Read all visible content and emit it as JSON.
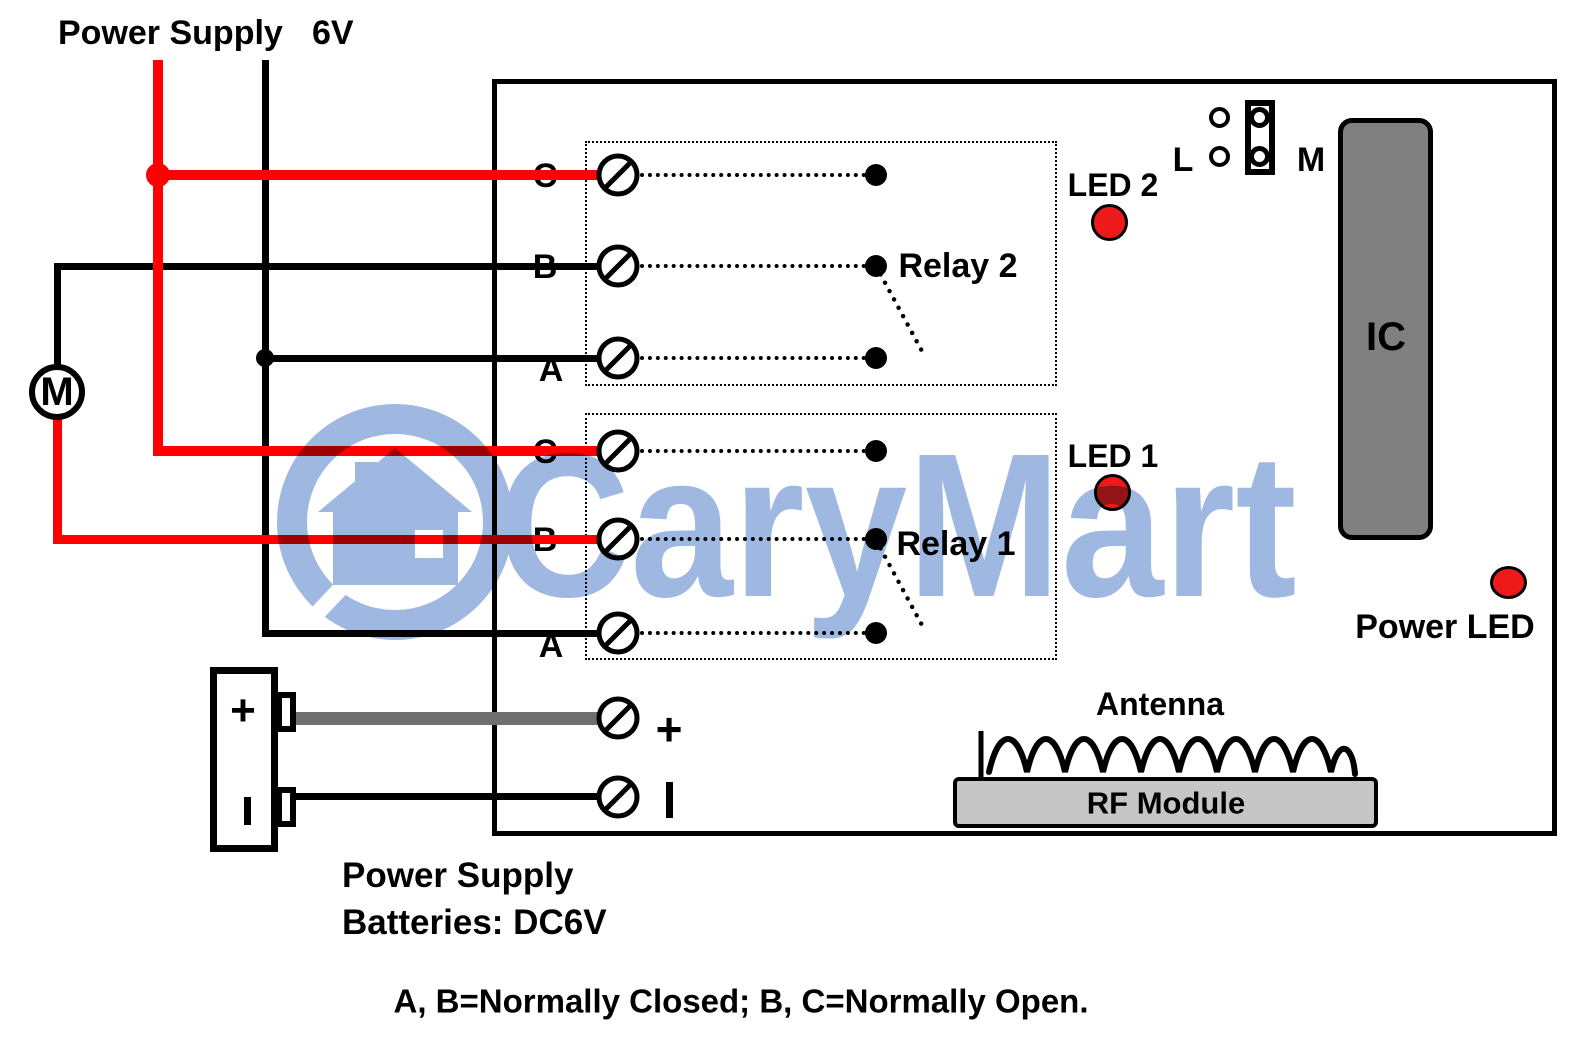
{
  "top": {
    "power_supply": "Power Supply",
    "voltage": "6V"
  },
  "motor_label": "M",
  "relay2": {
    "name": "Relay 2",
    "terminals": [
      "C",
      "B",
      "A"
    ]
  },
  "relay1": {
    "name": "Relay 1",
    "terminals": [
      "C",
      "B",
      "A"
    ]
  },
  "jumper": {
    "left_label": "L",
    "right_label": "M"
  },
  "ic_label": "IC",
  "led2_label": "LED 2",
  "led1_label": "LED 1",
  "power_led_label": "Power LED",
  "antenna_label": "Antenna",
  "rf_module_label": "RF Module",
  "terminal_plus": "+",
  "battery": {
    "plus": "+",
    "line1": "Power Supply",
    "line2": "Batteries: DC6V"
  },
  "watermark_text": "CaryMart",
  "footnote": "A, B=Normally Closed; B, C=Normally Open.",
  "colors": {
    "wire_red": "#FE0000",
    "wire_black": "#000000",
    "wire_gray": "#6F6F6F",
    "ic_fill": "#808080",
    "rf_fill": "#C6C6C6",
    "led_red": "#EE1A1A",
    "watermark_blue": "#9FB8E1"
  }
}
